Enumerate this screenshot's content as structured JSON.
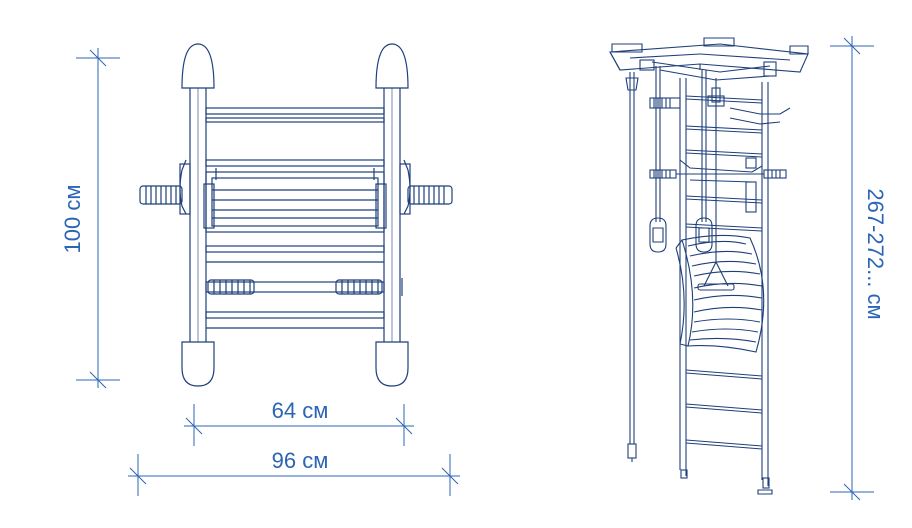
{
  "colors": {
    "stroke": "#1f3f7a",
    "dimension": "#2b65b5",
    "background": "#ffffff"
  },
  "dimensions": {
    "height_front": "100 см",
    "inner_width": "64 см",
    "outer_width": "96 см",
    "height_total": "267-272... см"
  }
}
